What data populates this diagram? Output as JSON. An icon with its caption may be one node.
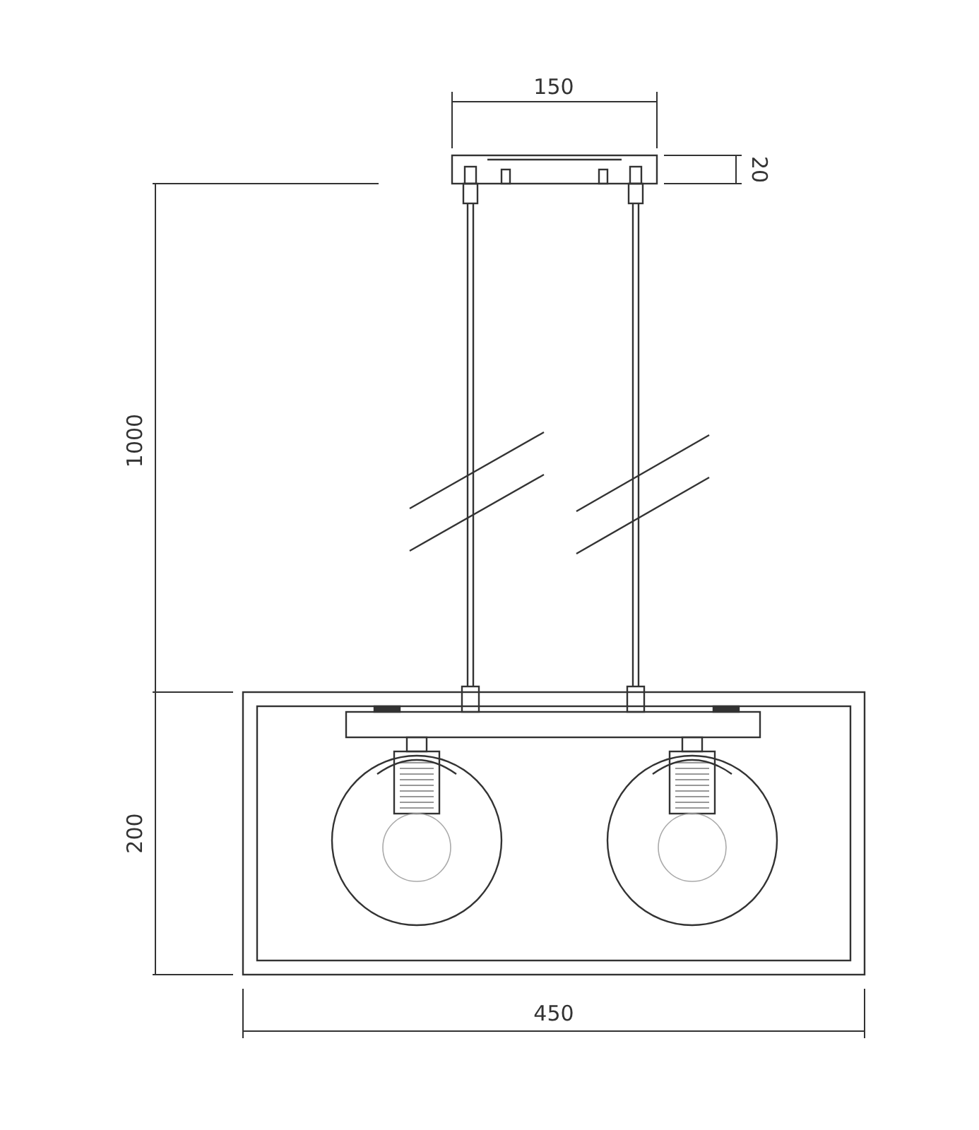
{
  "diagram": {
    "labels": [
      "150",
      "20",
      "1000",
      "200",
      "450"
    ]
  }
}
